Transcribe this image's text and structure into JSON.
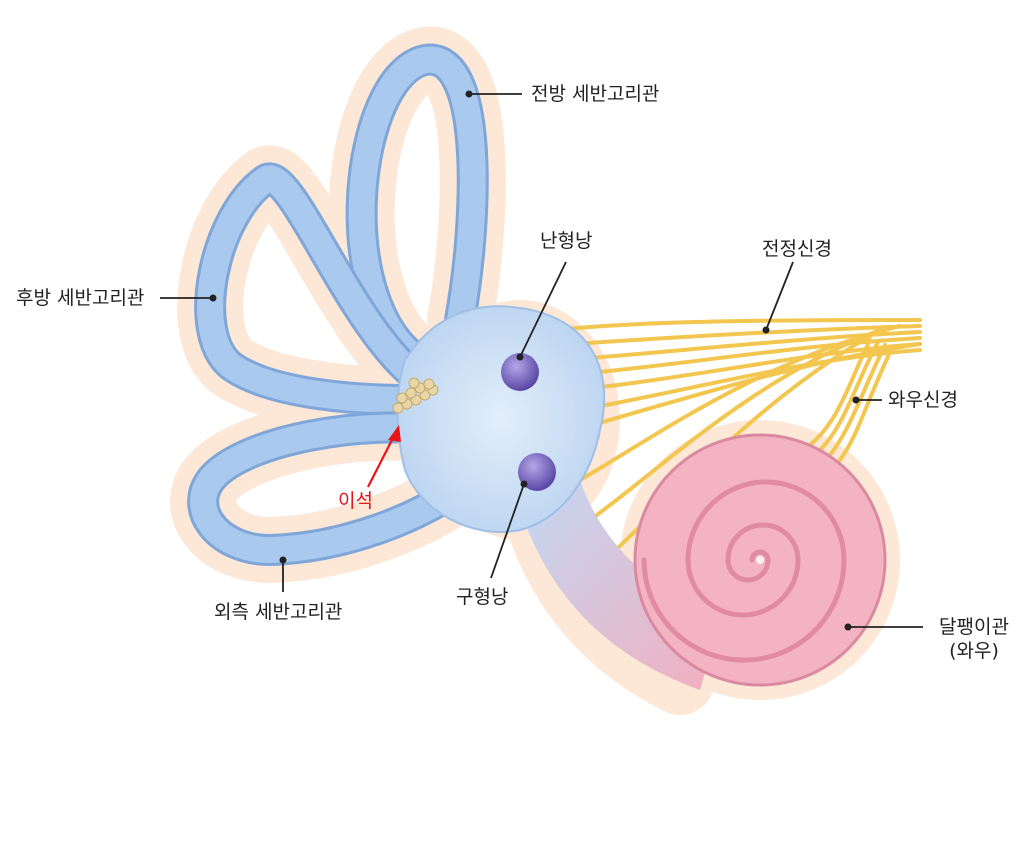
{
  "labels": {
    "anterior_canal": "전방 세반고리관",
    "posterior_canal": "후방 세반고리관",
    "lateral_canal": "외측 세반고리관",
    "utricle": "난형낭",
    "saccule": "구형낭",
    "otolith": "이석",
    "vestibular_nerve": "전정신경",
    "cochlear_nerve": "와우신경",
    "cochlea_line1": "달팽이관",
    "cochlea_line2": "(와우)"
  },
  "colors": {
    "canal_fill": "#a9c9ef",
    "canal_stroke": "#7fa6d8",
    "halo": "#fde7d6",
    "vestibule": "#c7dcf3",
    "sac_dot": "#7e6bc2",
    "nerve": "#f3c64f",
    "cochlea": "#f4b3c3",
    "cochlea_stroke": "#d98aa0",
    "otolith": "#e9d6a8",
    "otolith_label": "#e8141b",
    "leader": "#222222"
  },
  "icons": {
    "otolith_arrow": "red-arrow-icon"
  }
}
